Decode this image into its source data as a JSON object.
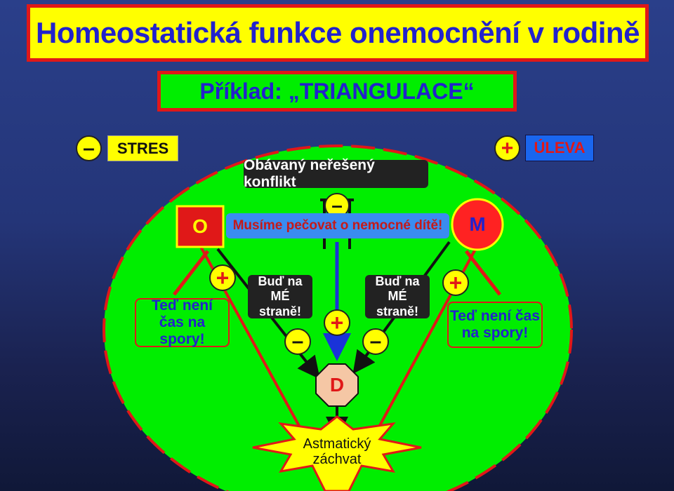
{
  "title": "Homeostatická funkce onemocnění v rodině",
  "subtitle": "Příklad: „TRIANGULACE“",
  "legend": {
    "stress_sign": "–",
    "stress_label": "STRES",
    "relief_sign": "+",
    "relief_label": "ÚLEVA"
  },
  "conflict_label": "Obávaný neřešený konflikt",
  "conflict_sign": "–",
  "care_label": "Musíme pečovat o nemocné dítě!",
  "node_o": "O",
  "node_m": "M",
  "node_d": "D",
  "left_relief_sign": "+",
  "left_relief_text": "Teď není čas na spory!",
  "right_relief_sign": "+",
  "right_relief_text": "Teď není čas na spory!",
  "left_demand_text": "Buď na MÉ straně!",
  "right_demand_text": "Buď na MÉ straně!",
  "left_demand_sign": "–",
  "right_demand_sign": "–",
  "center_sign": "+",
  "attack_text": "Astmatický záchvat",
  "colors": {
    "background": "#243578",
    "green": "#00ee00",
    "yellow": "#ffff00",
    "red": "#e01818",
    "blue": "#2222cc",
    "box_blue": "#3a8cf0",
    "node_o": "#e01818",
    "node_m": "#ff2222",
    "node_d": "#f5c7a5"
  }
}
